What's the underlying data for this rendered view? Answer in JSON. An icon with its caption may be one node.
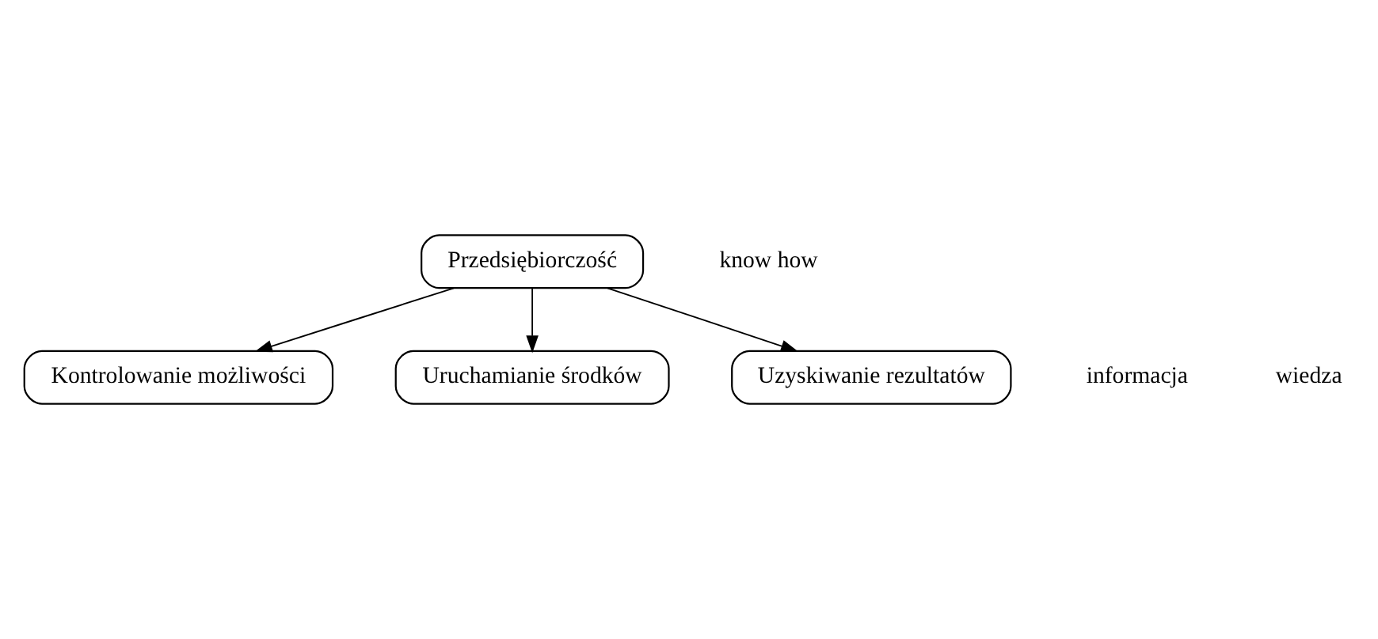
{
  "diagram": {
    "nodes": [
      {
        "text": [
          "Przedsiębiorczość"
        ]
      },
      {
        "text": [
          "Kontrolowanie możliwości"
        ]
      },
      {
        "text": [
          "Uruchamianie środków"
        ]
      },
      {
        "text": [
          "Uzyskiwanie rezultatów"
        ]
      }
    ],
    "edges": [
      {
        "from": 0,
        "to": 1,
        "arrow": "to"
      },
      {
        "from": 0,
        "to": 2,
        "arrow": "to"
      },
      {
        "from": 0,
        "to": 3,
        "arrow": "to"
      }
    ],
    "labels": [
      "know how",
      "informacja",
      "wiedza"
    ]
  }
}
